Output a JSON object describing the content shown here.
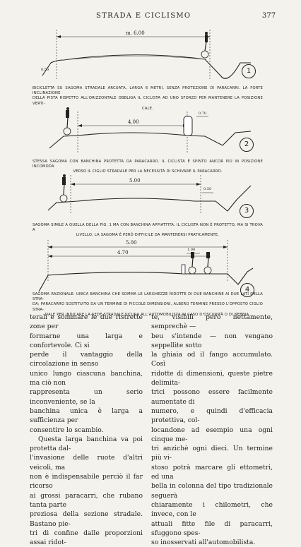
{
  "header": {
    "title": "STRADA E CICLISMO",
    "page_number": "377"
  },
  "figures": [
    {
      "number": "1",
      "dims": {
        "width": "m. 6.00",
        "small": "0.50"
      },
      "caption_lines": [
        "BICICLETTA SU SAGOMA STRADALE ARCUATA, LARGA 6 METRI, SENZA PROTEZIONE DI PARACARRI. LA FORTE INCLINAZIONE",
        "DELLA PISTA RISPETTO ALL'ORIZZONTALE OBBLIGA IL CICLISTA AD UNO SFORZO PER MANTENERE LA POSIZIONE VERTI-",
        "CALE."
      ]
    },
    {
      "number": "2",
      "dims": {
        "width": "4.00",
        "small": "0.70"
      },
      "caption_lines": [
        "STESSA SAGOMA CON BANCHINA PROTETTA DA PARACARRO. IL CICLISTA È SPINTO ANCOR PIÙ IN POSIZIONE INCOMODA",
        "VERSO IL CIGLIO STRADALE PER LA NECESSITÀ DI SCHIVARE IL PARACARRO."
      ]
    },
    {
      "number": "3",
      "dims": {
        "width": "5.00",
        "small": "0.50"
      },
      "caption_lines": [
        "SAGOMA SIMILE A QUELLA DELLA FIG. 1 MA CON BANCHINA APPIATTITA. IL CICLISTA NON È PROTETTO, MA SI TROVA A",
        "LIVELLO, LA SAGOMA È PERÒ DIFFICILE DA MANTENERSI PRATICAMENTE."
      ]
    },
    {
      "number": "4",
      "dims": {
        "width": "5.00",
        "inner": "4.70",
        "small": "1.00"
      },
      "caption_lines": [
        "SAGOMA RAZIONALE: UNICA BANCHINA CHE SOMMA LE LARGHEZZE RIDOTTE DI DUE BANCHINE AI DUE LATI DELLA STRA-",
        "DA; PARACARRO SOSTITUITO DA UN TERMINE DI PICCOLE DIMENSIONI, ALBERO TERMINE PRESSO L'OPPOSTO CIGLIO STRA-",
        "DALE PER INDICARE LA SEDE STRADALE SICURA ALL'AUTOMOBILISTA IN CASO D'OSCURITÀ O DI NEBBIA."
      ]
    }
  ],
  "body": {
    "left_column": [
      "terali e sommare le due ristrette zone per",
      "formarne una larga e confortevole. Ci si",
      "perde il vantaggio della circolazione in senso",
      "unico lungo ciascuna banchina, ma ciò non",
      "rappresenta un serio inconveniente, se la",
      "banchina unica è larga a sufficienza per",
      "consentire lo scambio.",
      "Questa larga banchina va poi protetta dal-",
      "l'invasione delle ruote d'altri veicoli, ma",
      "non è indispensabile perciò il far ricorso",
      "ai grossi paracarri, che rubano tanta parte",
      "preziosa della sezione stradale. Bastano pie-",
      "tri di confine dalle proporzioni assai ridot-"
    ],
    "right_column": [
      "te, visibili però nettamente, semprechè —",
      "beu s'intende — non vengano seppellite sotto",
      "la ghiaia od il fango accumulato. Così",
      "ridotte di dimensioni, queste pietre delimita-",
      "trici possono essere facilmente aumentate di",
      "numero, e quindi d'efficacia protettiva, col-",
      "locandone ad esempio una ogni cinque me-",
      "tri anzichè ogni dieci. Un termine più vi-",
      "stoso potrà marcare gli ettometri, ed una",
      "bella in colonna del tipo tradizionale seguerà",
      "chiaramente i chilometri, che invece, con le",
      "attuali fitte file di paracarri, sfuggono spes-",
      "so inosservati all'automobilista."
    ]
  }
}
